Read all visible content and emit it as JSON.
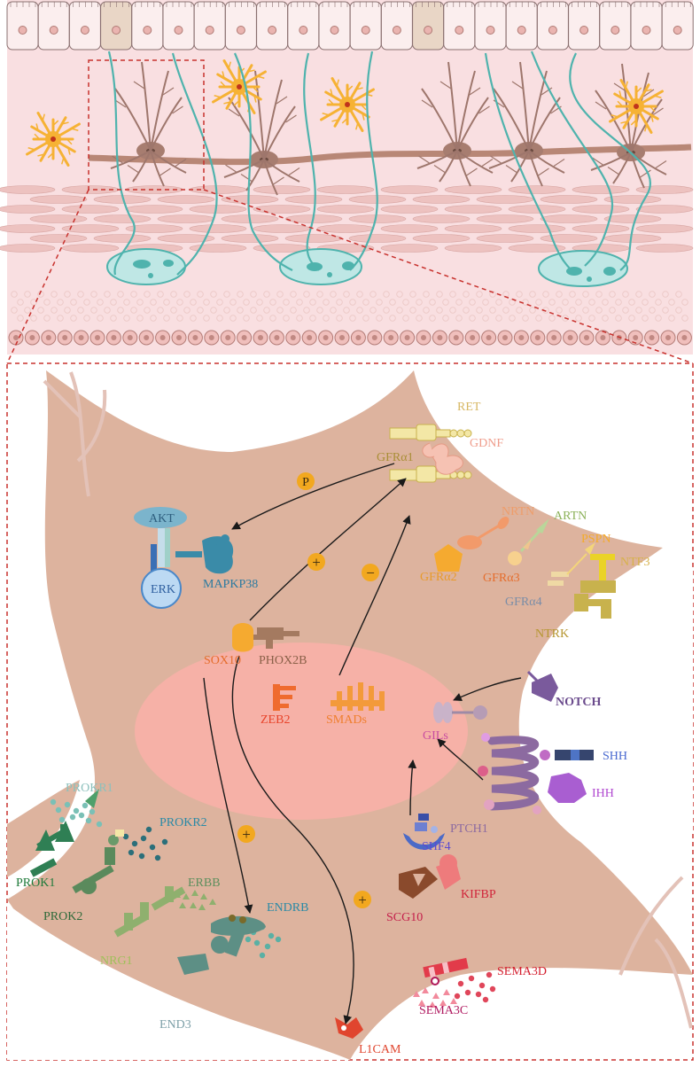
{
  "colors": {
    "tissue_bg": "#f9dfe1",
    "cell_body": "#ddb39e",
    "nucleus": "#f6b1a7",
    "glia": "#f6b234",
    "neuron": "#9e766c",
    "axon": "#4fb3ad",
    "dash": "#c8322e",
    "arrow": "#1a1a1a",
    "sign_circle": "#f2a81f"
  },
  "signs": {
    "phospho": "P",
    "plus": "+",
    "minus": "−"
  },
  "labels": {
    "ret": "RET",
    "gdnf": "GDNF",
    "gfra1": "GFRα1",
    "nrtn": "NRTN",
    "artn": "ARTN",
    "pspn": "PSPN",
    "ntf3": "NTF3",
    "gfra2": "GFRα2",
    "gfra3": "GFRα3",
    "gfra4": "GFRα4",
    "ntrk": "NTRK",
    "akt": "AKT",
    "erk": "ERK",
    "mapkp38": "MAPKP38",
    "sox10": "SOX10",
    "phox2b": "PHOX2B",
    "zeb2": "ZEB2",
    "smads": "SMADs",
    "gils": "GILs",
    "notch": "NOTCH",
    "shh": "SHH",
    "ihh": "IHH",
    "ptch1": "PTCH1",
    "shf4": "SHF4",
    "kifbp": "KIFBP",
    "scg10": "SCG10",
    "sema3d": "SEMA3D",
    "sema3c": "SEMA3C",
    "l1cam": "L1CAM",
    "prokr1": "PROKR1",
    "prokr2": "PROKR2",
    "prok1": "PROK1",
    "prok2": "PROK2",
    "erbb": "ERBB",
    "endrb": "ENDRB",
    "nrg1": "NRG1",
    "end3": "END3"
  }
}
